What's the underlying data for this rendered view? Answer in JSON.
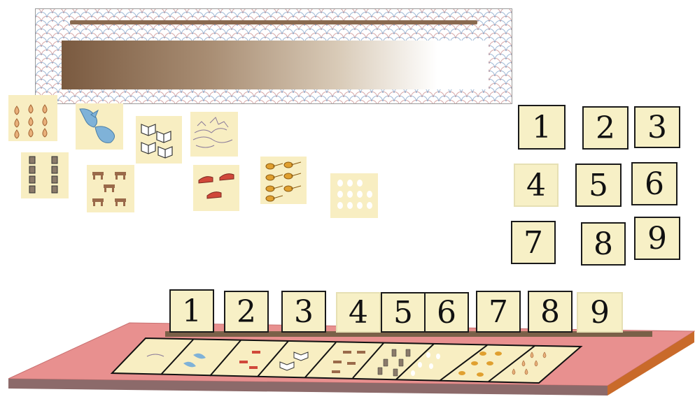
{
  "top_cards": {
    "c1": "1",
    "c2": "2",
    "c3": "3",
    "c4": "4",
    "c5": "5",
    "c6": "6",
    "c7": "7",
    "c8": "8",
    "c9": "9"
  },
  "row_cards": {
    "r1": "1",
    "r2": "2",
    "r3": "3",
    "r4": "4",
    "r5": "5",
    "r6": "6",
    "r7": "7",
    "r8": "8",
    "r9": "9"
  },
  "colors": {
    "card": "#f8eec2",
    "tray_top": "#e8908f",
    "tray_front": "#8c6a6a",
    "rod": "#7a6048"
  },
  "picture_cards": [
    "pears-icon",
    "birds-icon",
    "books-icon",
    "boat-icon",
    "figures-icon",
    "tables-icon",
    "shoes-icon",
    "spoons-icon",
    "dots-icon"
  ]
}
